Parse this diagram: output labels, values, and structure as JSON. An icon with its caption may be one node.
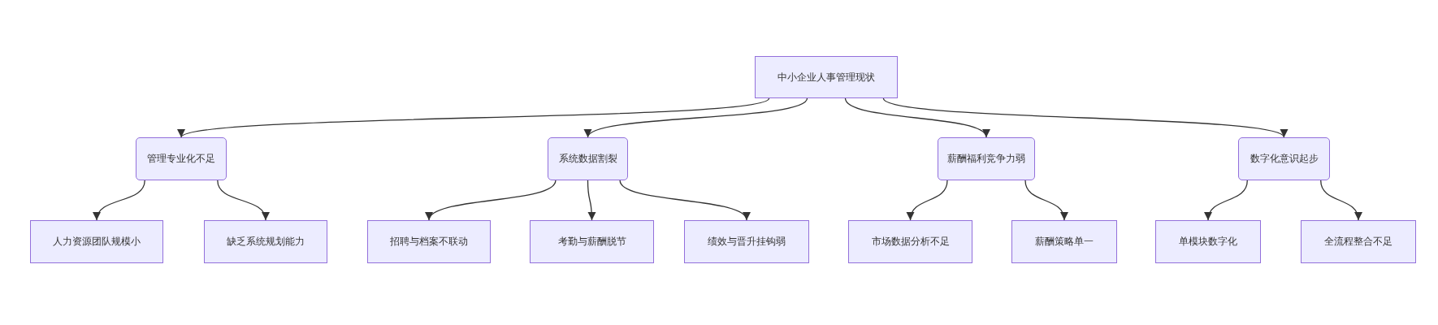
{
  "diagram": {
    "nodes": [
      {
        "text": [
          "中小企业人事管理现状"
        ]
      },
      {
        "text": [
          "管理专业化不足"
        ]
      },
      {
        "text": [
          "系统数据割裂"
        ]
      },
      {
        "text": [
          "薪酬福利竞争力弱"
        ]
      },
      {
        "text": [
          "数字化意识起步"
        ]
      },
      {
        "text": [
          "人力资源团队规模小"
        ]
      },
      {
        "text": [
          "缺乏系统规划能力"
        ]
      },
      {
        "text": [
          "招聘与档案不联动"
        ]
      },
      {
        "text": [
          "考勤与薪酬脱节"
        ]
      },
      {
        "text": [
          "绩效与晋升挂钩弱"
        ]
      },
      {
        "text": [
          "市场数据分析不足"
        ]
      },
      {
        "text": [
          "薪酬策略单一"
        ]
      },
      {
        "text": [
          "单模块数字化"
        ]
      },
      {
        "text": [
          "全流程整合不足"
        ]
      }
    ],
    "edges": [
      {
        "from": 0,
        "to": 1,
        "arrow": "to"
      },
      {
        "from": 0,
        "to": 2,
        "arrow": "to"
      },
      {
        "from": 0,
        "to": 3,
        "arrow": "to"
      },
      {
        "from": 0,
        "to": 4,
        "arrow": "to"
      },
      {
        "from": 1,
        "to": 5,
        "arrow": "to"
      },
      {
        "from": 1,
        "to": 6,
        "arrow": "to"
      },
      {
        "from": 2,
        "to": 7,
        "arrow": "to"
      },
      {
        "from": 2,
        "to": 8,
        "arrow": "to"
      },
      {
        "from": 2,
        "to": 9,
        "arrow": "to"
      },
      {
        "from": 3,
        "to": 10,
        "arrow": "to"
      },
      {
        "from": 3,
        "to": 11,
        "arrow": "to"
      },
      {
        "from": 4,
        "to": 12,
        "arrow": "to"
      },
      {
        "from": 4,
        "to": 13,
        "arrow": "to"
      }
    ]
  }
}
